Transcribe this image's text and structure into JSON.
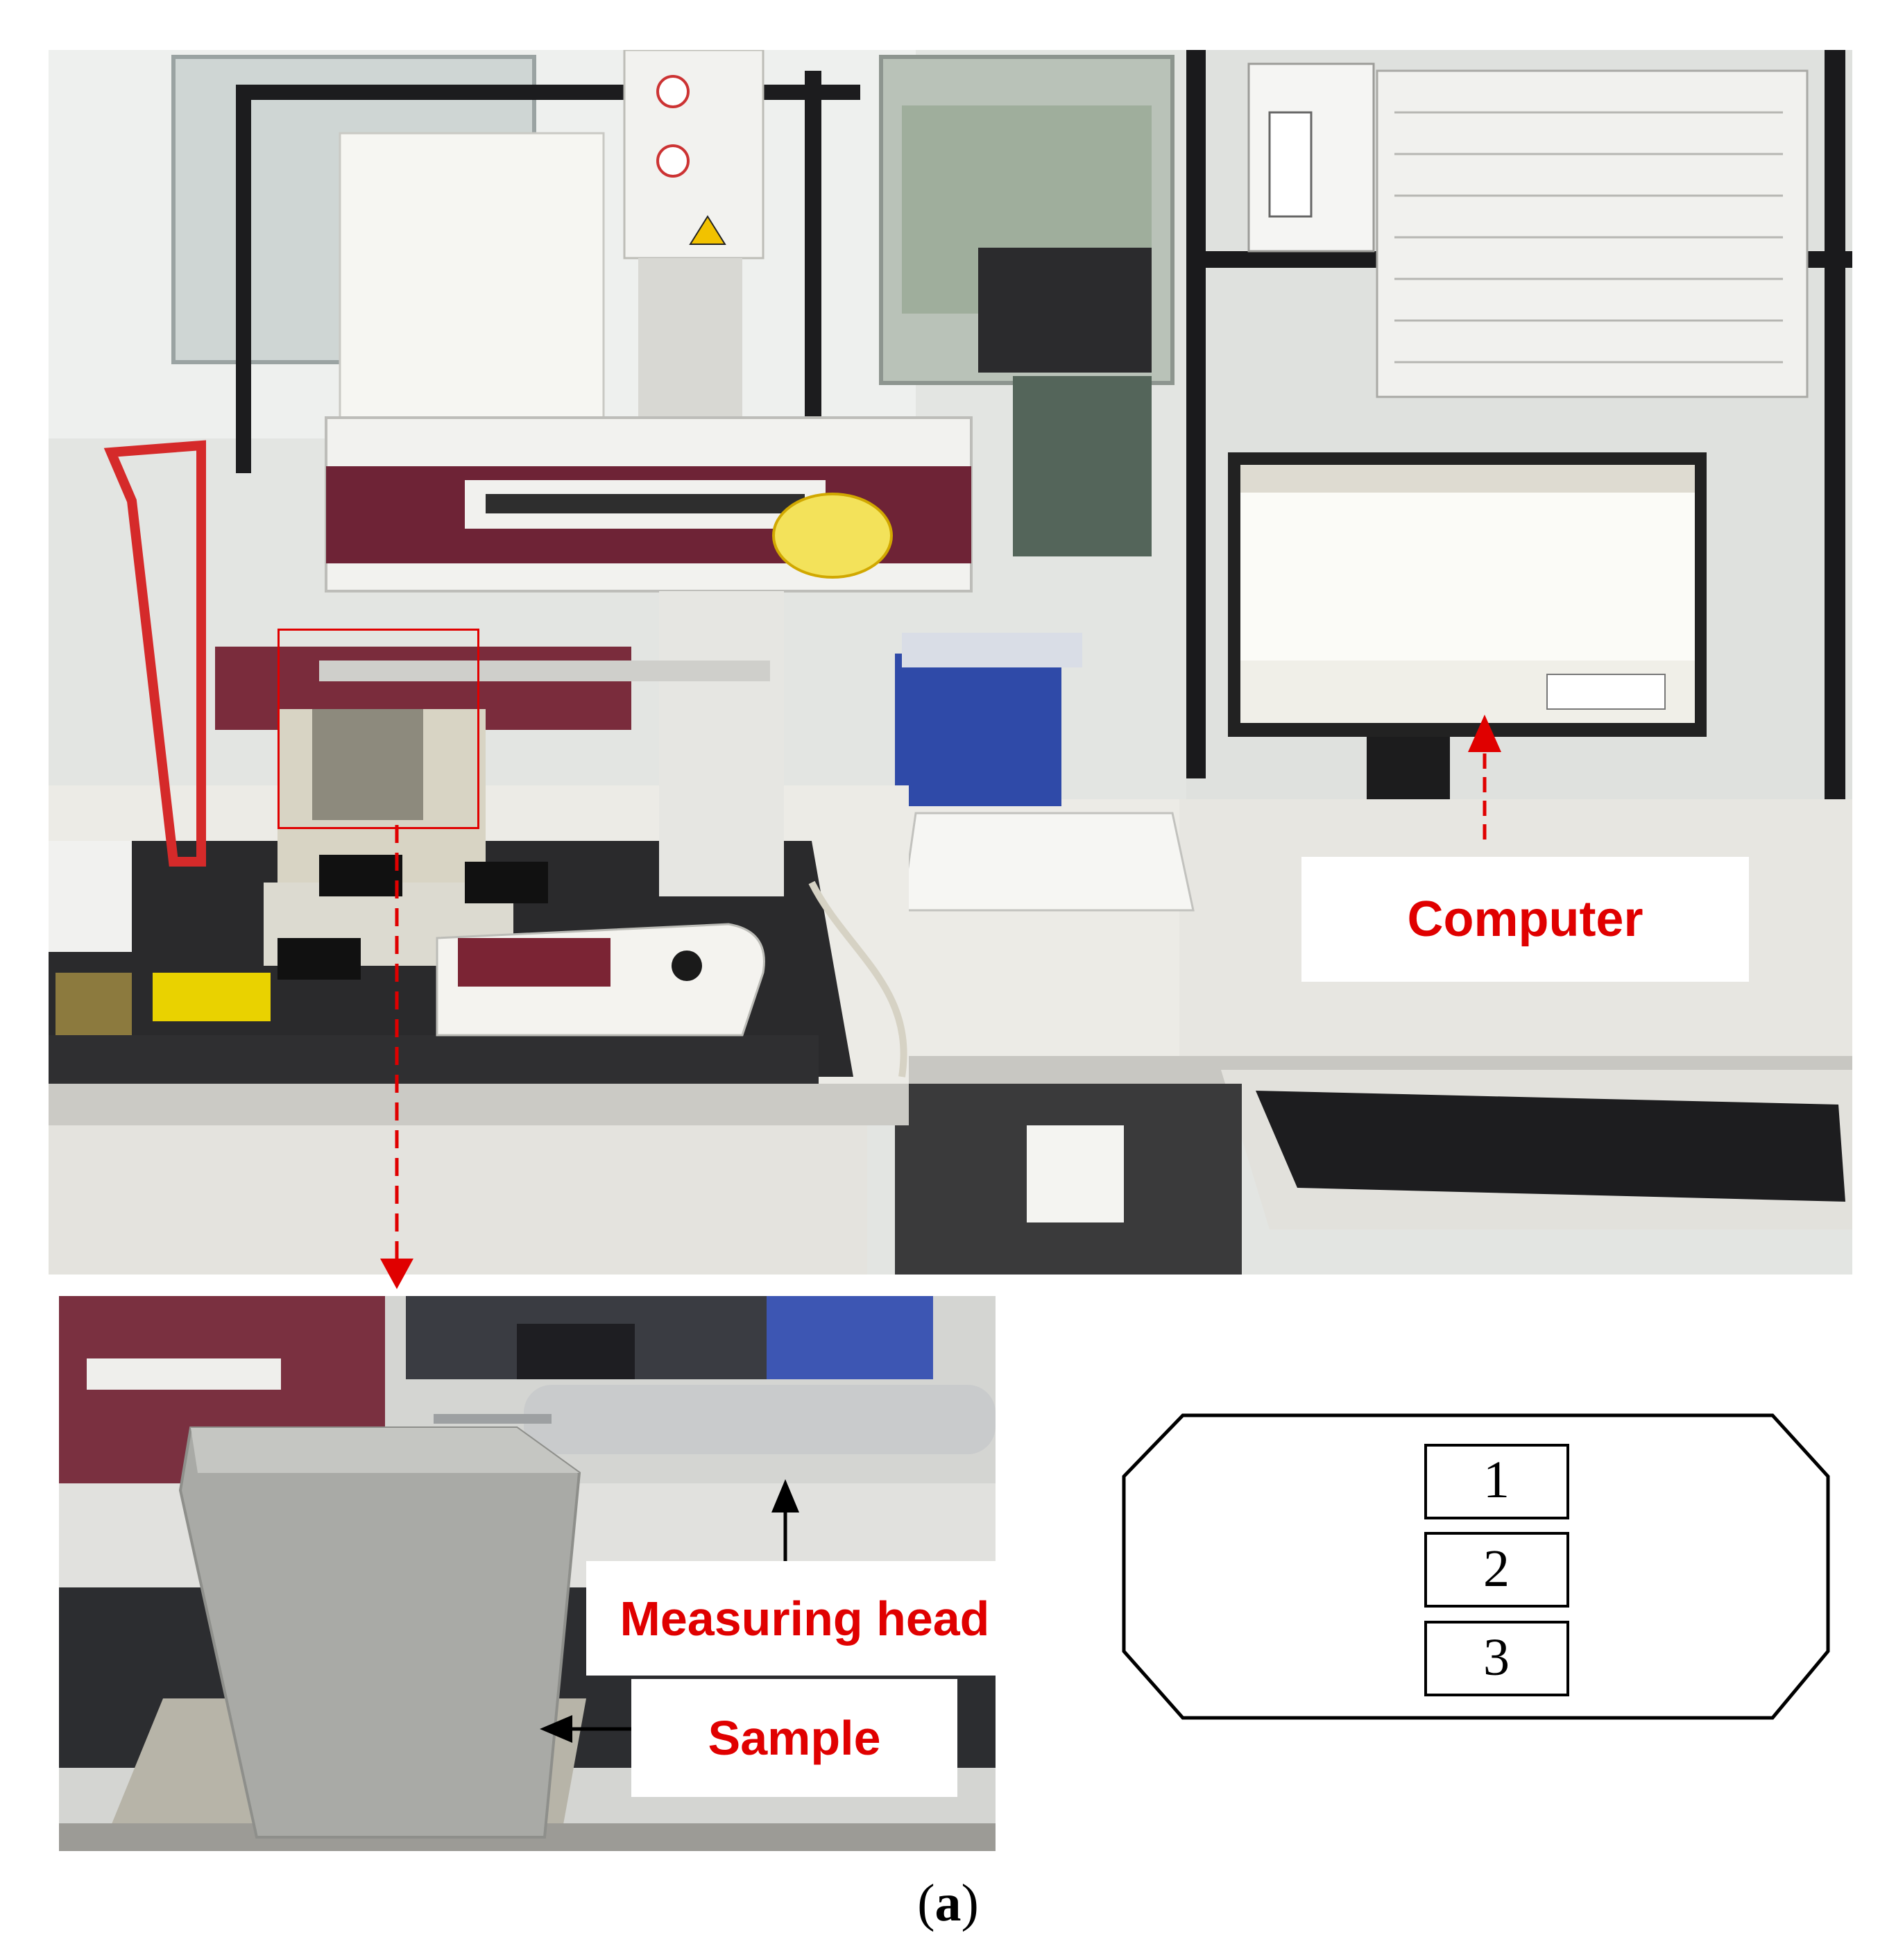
{
  "figure": {
    "labels": {
      "computer": "Computer",
      "measuring_head": "Measuring head",
      "sample": "Sample"
    },
    "diagram_positions": [
      "1",
      "2",
      "3"
    ],
    "caption_letter": "a",
    "caption_open": "(",
    "caption_close": ")",
    "colors": {
      "annotation_red": "#e00000",
      "arrow_black": "#000000",
      "bench_white": "#ecebe6",
      "machine_maroon": "#6e2336",
      "granite_black": "#2a2a2c",
      "sample_grey": "#a9aaa6"
    }
  }
}
